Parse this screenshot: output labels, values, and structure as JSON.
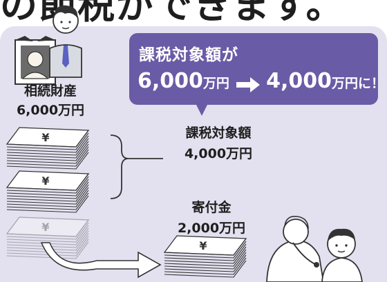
{
  "headline": {
    "text": "の節税ができます。"
  },
  "callout": {
    "line1": "課税対象額が",
    "from_value": "6,000",
    "from_unit": "万円",
    "to_value": "4,000",
    "to_unit": "万円に！"
  },
  "estate": {
    "label": "相続財産",
    "amount": "6,000万円"
  },
  "taxable": {
    "label": "課税対象額",
    "amount": "4,000万円"
  },
  "donation": {
    "label": "寄付金",
    "amount": "2,000万円"
  },
  "colors": {
    "panel": "#e3e1ef",
    "accent": "#6a5ba6"
  },
  "icons": [
    "portrait-icon",
    "man-icon",
    "money-stack-icon",
    "curved-arrow-icon",
    "doctor-icon",
    "child-icon",
    "yen-icon"
  ]
}
